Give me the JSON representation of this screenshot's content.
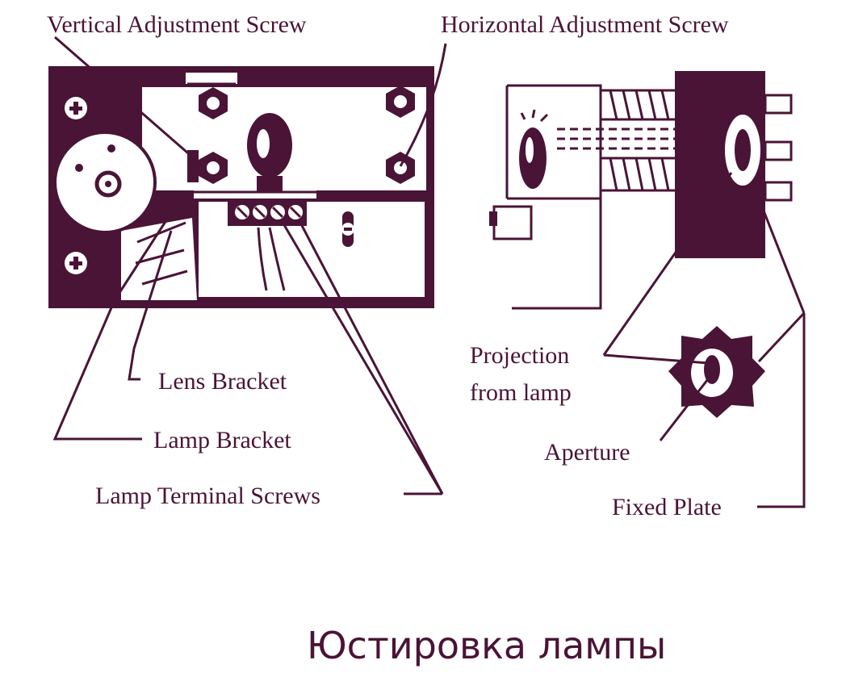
{
  "labels": {
    "vertical_screw": "Vertical Adjustment Screw",
    "horizontal_screw": "Horizontal Adjustment Screw",
    "lens_bracket": "Lens Bracket",
    "lamp_bracket": "Lamp Bracket",
    "lamp_terminal_screws": "Lamp Terminal Screws",
    "projection_line1": "Projection",
    "projection_line2": "from lamp",
    "aperture": "Aperture",
    "fixed_plate": "Fixed Plate"
  },
  "caption": "Юстировка лампы",
  "colors": {
    "ink": "#4a1436",
    "background": "#ffffff"
  }
}
